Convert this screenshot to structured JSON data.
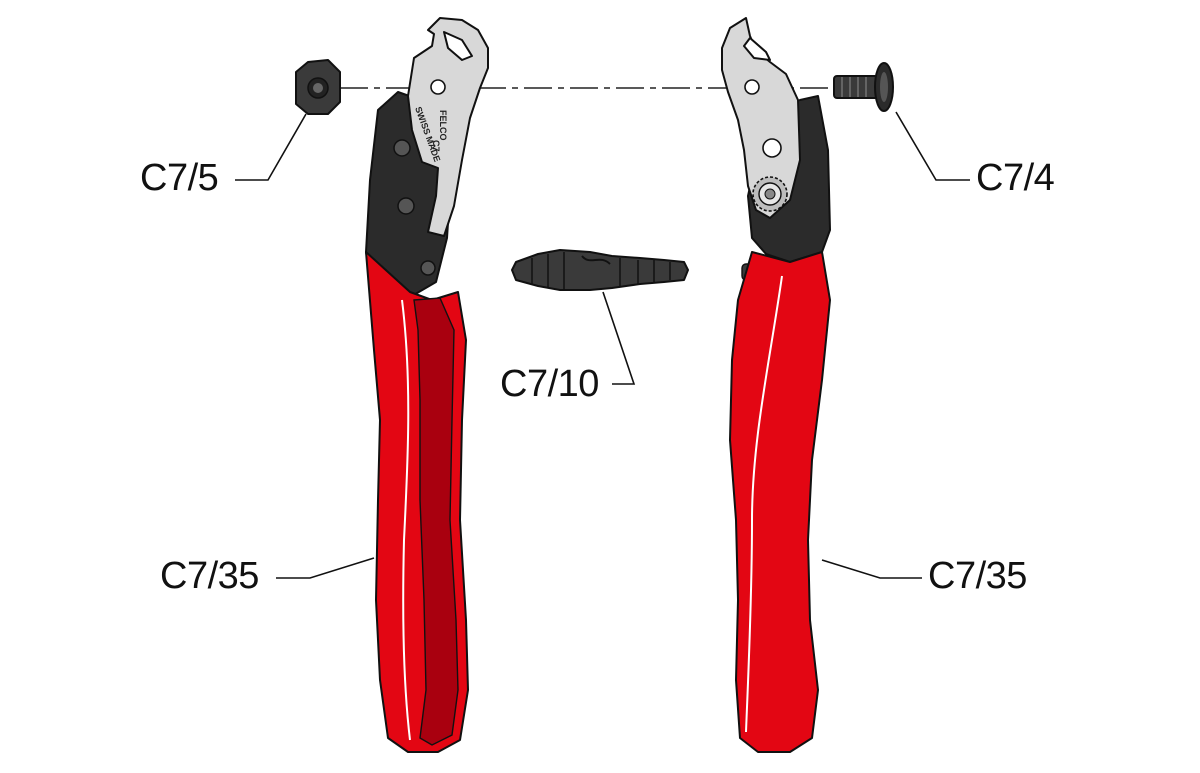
{
  "colors": {
    "handle_red": "#e30613",
    "handle_dark_red": "#a9000f",
    "blade_steel": "#d8d8d8",
    "frame_dark": "#2b2b2b",
    "part_dark": "#3a3a3a"
  },
  "parts": {
    "nut": {
      "label": "C7/5",
      "icon": "hex-nut-icon"
    },
    "bolt": {
      "label": "C7/4",
      "icon": "bolt-icon"
    },
    "spring": {
      "label": "C7/10",
      "icon": "spring-icon"
    },
    "left_handle": {
      "label": "C7/35"
    },
    "right_handle": {
      "label": "C7/35"
    }
  },
  "engraving": {
    "brand": "FELCO",
    "model": "C7",
    "origin": "SWISS MADE"
  }
}
